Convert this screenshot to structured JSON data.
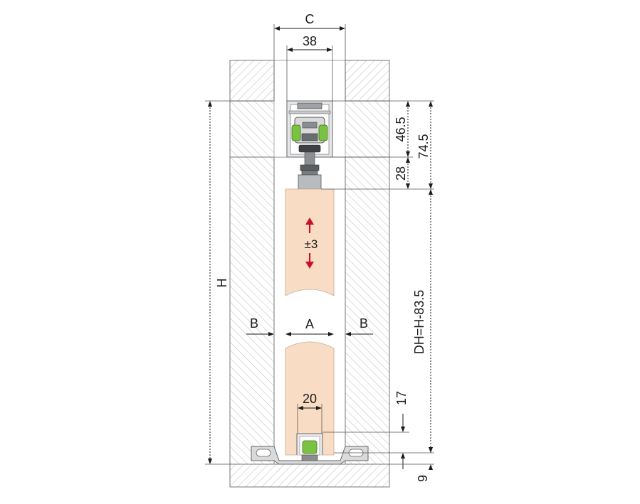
{
  "diagram": {
    "labels": {
      "top_width": "C",
      "track_width": "38",
      "top_profile_height": "46.5",
      "total_top_height": "74.5",
      "hanger_height": "28",
      "door_height": "DH=H-83.5",
      "overall_height": "H",
      "adjustment": "±3",
      "door_thickness": "A",
      "gap_left": "B",
      "gap_right": "B",
      "bottom_guide_width": "20",
      "bottom_guide_height": "17",
      "floor_height": "9"
    },
    "colors": {
      "door": "#f9dcc4",
      "accent_green": "#7cc242",
      "arrow_red": "#c8102e",
      "metal": "#b9bcbf",
      "wall_line": "#9a9a9a"
    }
  }
}
